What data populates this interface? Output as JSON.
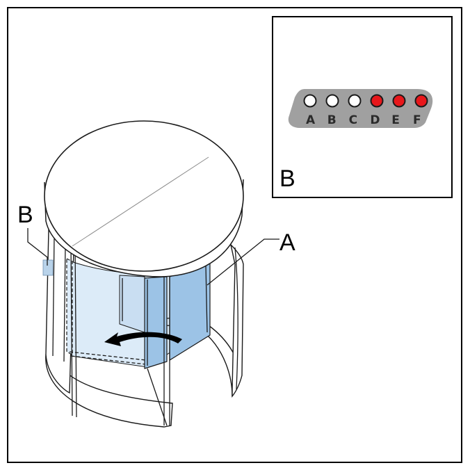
{
  "callouts": {
    "door_wing": "A",
    "status_display": "B",
    "inset": "B"
  },
  "status_panel": {
    "leds": [
      {
        "label": "A",
        "color": "#ffffff"
      },
      {
        "label": "B",
        "color": "#ffffff"
      },
      {
        "label": "C",
        "color": "#ffffff"
      },
      {
        "label": "D",
        "color": "#e8171b"
      },
      {
        "label": "E",
        "color": "#e8171b"
      },
      {
        "label": "F",
        "color": "#e8171b"
      }
    ],
    "panel_color": "#a0a0a0"
  },
  "colors": {
    "glass_light": "#dcebf8",
    "glass_dark": "#9cc3e6",
    "highlight": "#b9d3ea"
  },
  "rotation_direction": "counter-clockwise"
}
